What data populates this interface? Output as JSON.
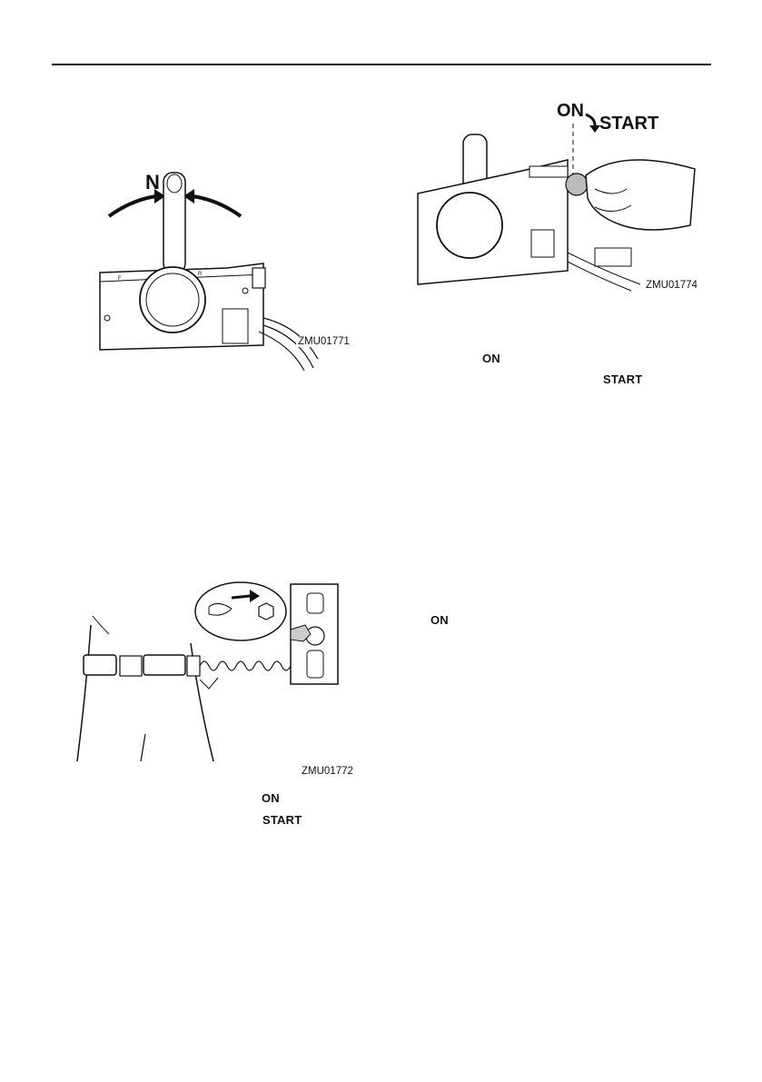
{
  "figures": {
    "neutral": {
      "code": "ZMU01771",
      "label_n": "N",
      "label_f": "F",
      "label_r": "R"
    },
    "lanyard": {
      "code": "ZMU01772"
    },
    "key": {
      "code": "ZMU01774",
      "label_on": "ON",
      "label_start": "START"
    }
  },
  "inline_keywords": {
    "left_on": "ON",
    "left_start": "START",
    "right_on_1": "ON",
    "right_start": "START",
    "right_on_2": "ON"
  }
}
